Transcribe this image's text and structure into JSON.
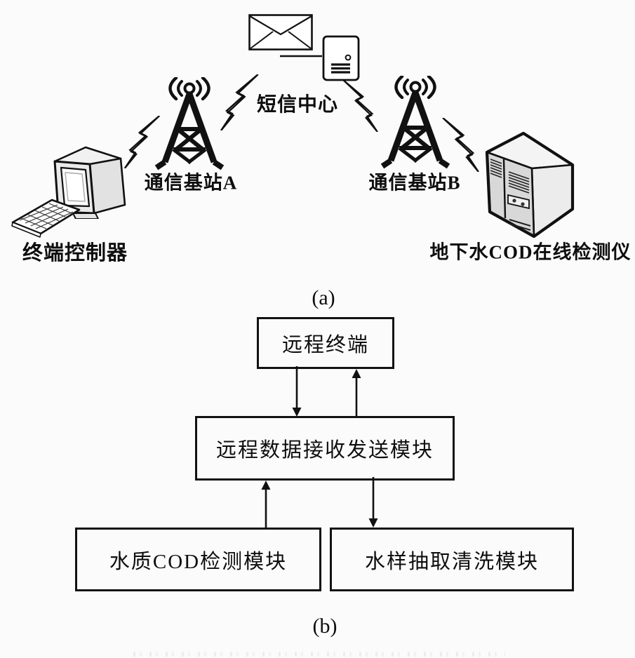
{
  "panel_a": {
    "caption": "(a)",
    "labels": {
      "terminal_controller": "终端控制器",
      "base_station_a": "通信基站A",
      "sms_center": "短信中心",
      "base_station_b": "通信基站B",
      "cod_detector": "地下水COD在线检测仪"
    }
  },
  "panel_b": {
    "caption": "(b)",
    "boxes": [
      {
        "id": "remote-terminal",
        "label": "远程终端"
      },
      {
        "id": "data-module",
        "label": "远程数据接收发送模块"
      },
      {
        "id": "cod-module",
        "label": "水质COD检测模块"
      },
      {
        "id": "sampling-module",
        "label": "水样抽取清洗模块"
      }
    ]
  },
  "colors": {
    "line": "#121212",
    "background": "#fbfbfb"
  }
}
